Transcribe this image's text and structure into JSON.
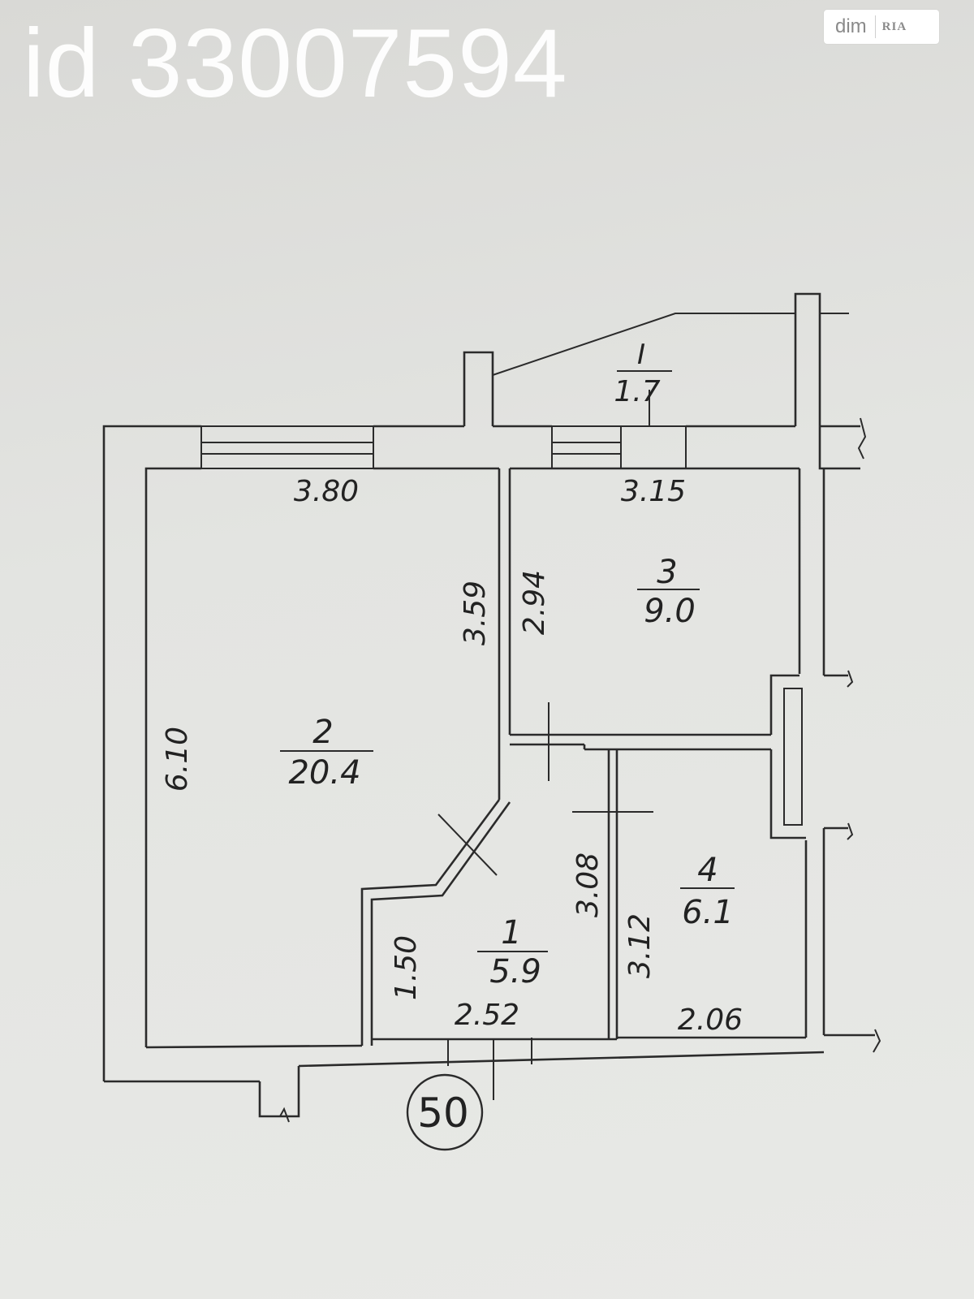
{
  "watermark": {
    "text": "id 33007594"
  },
  "logo": {
    "left": "dim",
    "right": "RIA"
  },
  "rooms": [
    {
      "number": "1",
      "area": "5.9"
    },
    {
      "number": "2",
      "area": "20.4"
    },
    {
      "number": "3",
      "area": "9.0"
    },
    {
      "number": "4",
      "area": "6.1"
    },
    {
      "number": "I",
      "area": "1.7"
    }
  ],
  "dimensions": {
    "room2_width": "3.80",
    "room2_height": "6.10",
    "room2_inner": "3.59",
    "room3_width": "3.15",
    "room3_height": "2.94",
    "room1_width": "2.52",
    "room1_height": "3.08",
    "room1_short": "1.50",
    "room4_width": "2.06",
    "room4_height": "3.12"
  },
  "stamp": {
    "text": "50"
  }
}
